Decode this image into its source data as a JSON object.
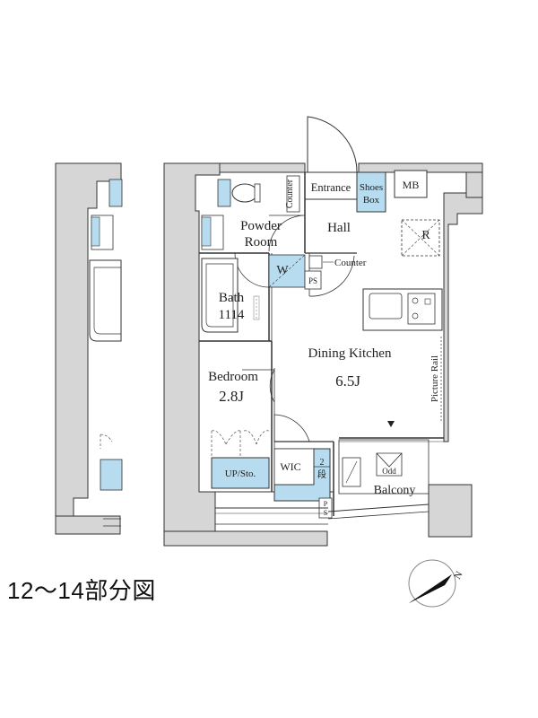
{
  "rooms": {
    "powder_room": [
      "Powder",
      "Room"
    ],
    "entrance": "Entrance",
    "shoes_box": [
      "Shoes",
      "Box"
    ],
    "mb": "MB",
    "hall": "Hall",
    "refrigerator": "R",
    "washer": "W",
    "counter_vertical": "Counter",
    "counter_side": "Counter",
    "ps_upper": "PS",
    "bath": [
      "Bath",
      "1114"
    ],
    "dining_kitchen": [
      "Dining Kitchen",
      "6.5J"
    ],
    "picture_rail": "Picture Rail",
    "bedroom": [
      "Bedroom",
      "2.8J"
    ],
    "up_sto": "UP/Sto.",
    "wic": "WIC",
    "two_steps": [
      "2",
      "段"
    ],
    "ps_lower": [
      "P",
      "S"
    ],
    "odd": "Odd",
    "balcony": "Balcony"
  },
  "caption": "12〜14部分図",
  "compass": {
    "label": "N"
  },
  "colors": {
    "wall": "#d6d6d6",
    "wall_stroke": "#333333",
    "fixture_blue": "#b8dcef",
    "line": "#333333"
  }
}
